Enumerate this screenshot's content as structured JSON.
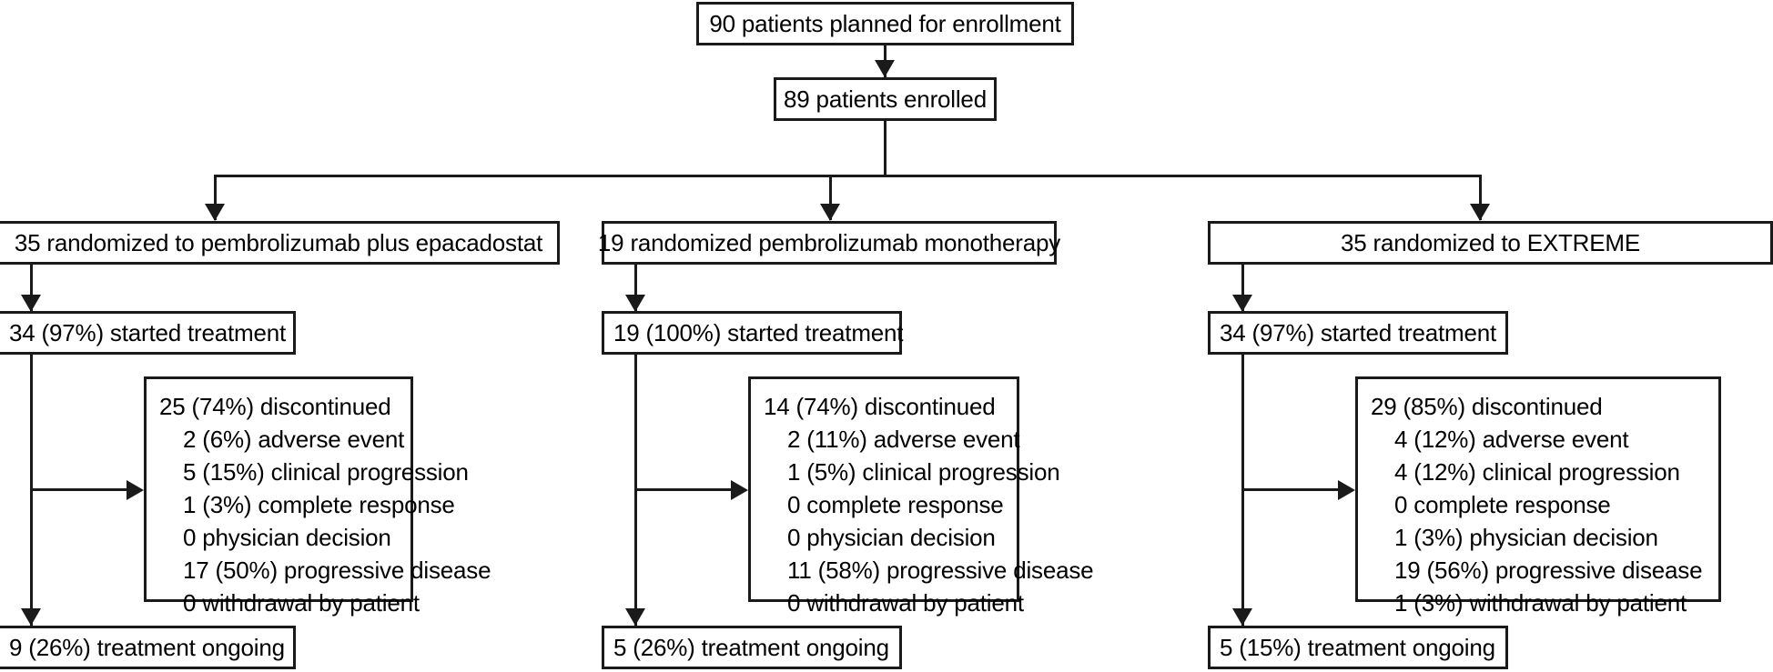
{
  "diagram": {
    "title": "CONSORT patient disposition flow diagram",
    "line_color": "#1a1a1a",
    "background": "#ffffff"
  },
  "top": {
    "planned": "90 patients planned for enrollment",
    "enrolled": "89 patients enrolled"
  },
  "arms": [
    {
      "id": "arm-pembrolizumab-epacadostat",
      "randomized": "35 randomized to pembrolizumab plus epacadostat",
      "started": "34 (97%) started treatment",
      "discontinued_header": "25 (74%) discontinued",
      "discontinued_reasons": [
        "2 (6%) adverse event",
        "5 (15%) clinical progression",
        "1 (3%) complete response",
        "0 physician decision",
        "17 (50%) progressive disease",
        "0 withdrawal by patient"
      ],
      "ongoing": "9 (26%) treatment ongoing"
    },
    {
      "id": "arm-pembrolizumab-monotherapy",
      "randomized": "19 randomized pembrolizumab monotherapy",
      "started": "19 (100%) started treatment",
      "discontinued_header": "14 (74%) discontinued",
      "discontinued_reasons": [
        "2 (11%) adverse event",
        "1 (5%) clinical progression",
        "0 complete response",
        "0 physician decision",
        "11 (58%) progressive disease",
        "0 withdrawal by patient"
      ],
      "ongoing": "5 (26%) treatment ongoing"
    },
    {
      "id": "arm-extreme",
      "randomized": "35 randomized to EXTREME",
      "started": "34 (97%) started treatment",
      "discontinued_header": "29 (85%) discontinued",
      "discontinued_reasons": [
        "4 (12%) adverse event",
        "4 (12%) clinical progression",
        "0 complete response",
        "1 (3%) physician decision",
        "19 (56%) progressive disease",
        "1 (3%) withdrawal by patient"
      ],
      "ongoing": "5 (15%) treatment ongoing"
    }
  ]
}
